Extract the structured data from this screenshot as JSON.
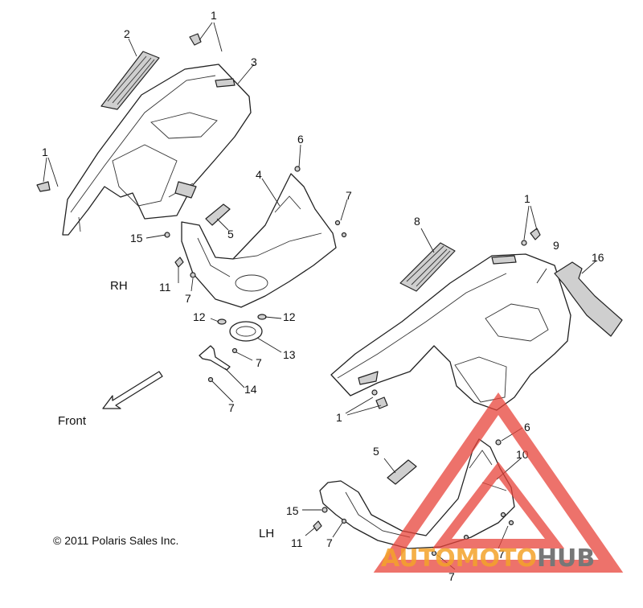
{
  "labels": {
    "rh": "RH",
    "lh": "LH",
    "front": "Front",
    "copyright": "© 2011 Polaris Sales Inc."
  },
  "callouts": [
    {
      "id": "c1a",
      "text": "1"
    },
    {
      "id": "c2",
      "text": "2"
    },
    {
      "id": "c3",
      "text": "3"
    },
    {
      "id": "c1b",
      "text": "1"
    },
    {
      "id": "c6a",
      "text": "6"
    },
    {
      "id": "c4",
      "text": "4"
    },
    {
      "id": "c7a",
      "text": "7"
    },
    {
      "id": "c15a",
      "text": "15"
    },
    {
      "id": "c5a",
      "text": "5"
    },
    {
      "id": "c11a",
      "text": "11"
    },
    {
      "id": "c7b",
      "text": "7"
    },
    {
      "id": "c12a",
      "text": "12"
    },
    {
      "id": "c12b",
      "text": "12"
    },
    {
      "id": "c13",
      "text": "13"
    },
    {
      "id": "c7c",
      "text": "7"
    },
    {
      "id": "c14",
      "text": "14"
    },
    {
      "id": "c7d",
      "text": "7"
    },
    {
      "id": "c8",
      "text": "8"
    },
    {
      "id": "c1c",
      "text": "1"
    },
    {
      "id": "c9",
      "text": "9"
    },
    {
      "id": "c16",
      "text": "16"
    },
    {
      "id": "c1d",
      "text": "1"
    },
    {
      "id": "c6b",
      "text": "6"
    },
    {
      "id": "c10",
      "text": "10"
    },
    {
      "id": "c5b",
      "text": "5"
    },
    {
      "id": "c15b",
      "text": "15"
    },
    {
      "id": "c11b",
      "text": "11"
    },
    {
      "id": "c7e",
      "text": "7"
    },
    {
      "id": "c7f",
      "text": "7"
    },
    {
      "id": "c7g",
      "text": "7"
    }
  ],
  "watermark": {
    "part1": "AUTOMOTO",
    "part2": "HUB",
    "color_primary": "#f4a32a",
    "color_secondary": "#777777",
    "triangle_color": "#e8443a"
  }
}
